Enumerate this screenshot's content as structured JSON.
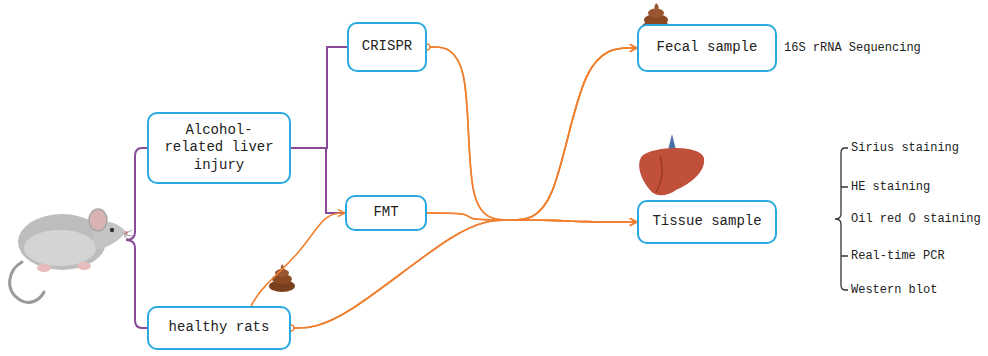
{
  "diagram": {
    "nodes": [
      {
        "text": [
          "Alcohol-related liver injury"
        ]
      },
      {
        "text": [
          "CRISPR"
        ]
      },
      {
        "text": [
          "FMT"
        ]
      },
      {
        "text": [
          "healthy rats"
        ]
      },
      {
        "text": [
          "Fecal sample"
        ]
      },
      {
        "text": [
          "Tissue sample"
        ]
      }
    ],
    "edges": [
      {
        "from": 0,
        "to": 1,
        "arrow": "none"
      },
      {
        "from": 0,
        "to": 2,
        "arrow": "none"
      },
      {
        "from": 3,
        "to": 2,
        "arrow": "to"
      },
      {
        "from": 1,
        "to": 4,
        "arrow": "to"
      },
      {
        "from": 1,
        "to": 5,
        "arrow": "to"
      },
      {
        "from": 2,
        "to": 4,
        "arrow": "to"
      },
      {
        "from": 2,
        "to": 5,
        "arrow": "to"
      },
      {
        "from": 3,
        "to": 4,
        "arrow": "to"
      },
      {
        "from": 3,
        "to": 5,
        "arrow": "to"
      }
    ],
    "labels": [
      "16S rRNA Sequencing",
      "Sirius staining",
      "HE staining",
      "Oil red O staining",
      "Real-time PCR",
      "Western blot"
    ]
  }
}
